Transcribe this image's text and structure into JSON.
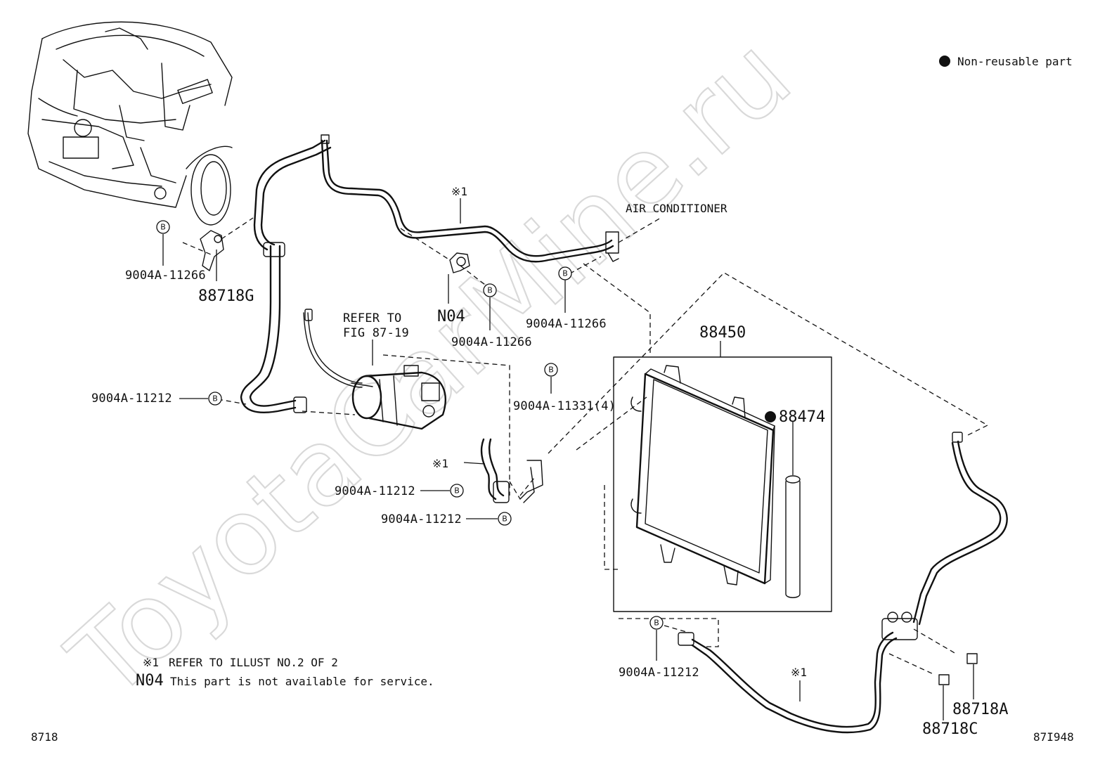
{
  "legend": {
    "bullet_text": "Non-reusable part"
  },
  "watermark": "ToyotaCarMine.ru",
  "labels": {
    "air_conditioner": "AIR CONDITIONER",
    "refer_to_line1": "REFER TO",
    "refer_to_line2": "FIG 87-19",
    "ref_mark_1": "※1",
    "ref_mark_2": "※1",
    "ref_mark_3": "※1",
    "bolt_symbol": "B"
  },
  "parts": {
    "p_9004a_11266_a": "9004A-11266",
    "p_88718g": "88718G",
    "p_n04": "N04",
    "p_9004a_11266_b": "9004A-11266",
    "p_9004a_11266_c": "9004A-11266",
    "p_9004a_11212_a": "9004A-11212",
    "p_9004a_11331": "9004A-11331(4)",
    "p_9004a_11212_b": "9004A-11212",
    "p_9004a_11212_c": "9004A-11212",
    "p_88450": "88450",
    "p_88474": "88474",
    "p_9004a_11212_d": "9004A-11212",
    "p_88718a": "88718A",
    "p_88718c": "88718C"
  },
  "notes": {
    "note1_mark": "※1",
    "note1_text": "REFER TO ILLUST NO.2 OF 2",
    "note2_mark": "N04",
    "note2_text": "This part is not available for service."
  },
  "footer": {
    "left_code": "8718",
    "right_code": "87I948"
  }
}
